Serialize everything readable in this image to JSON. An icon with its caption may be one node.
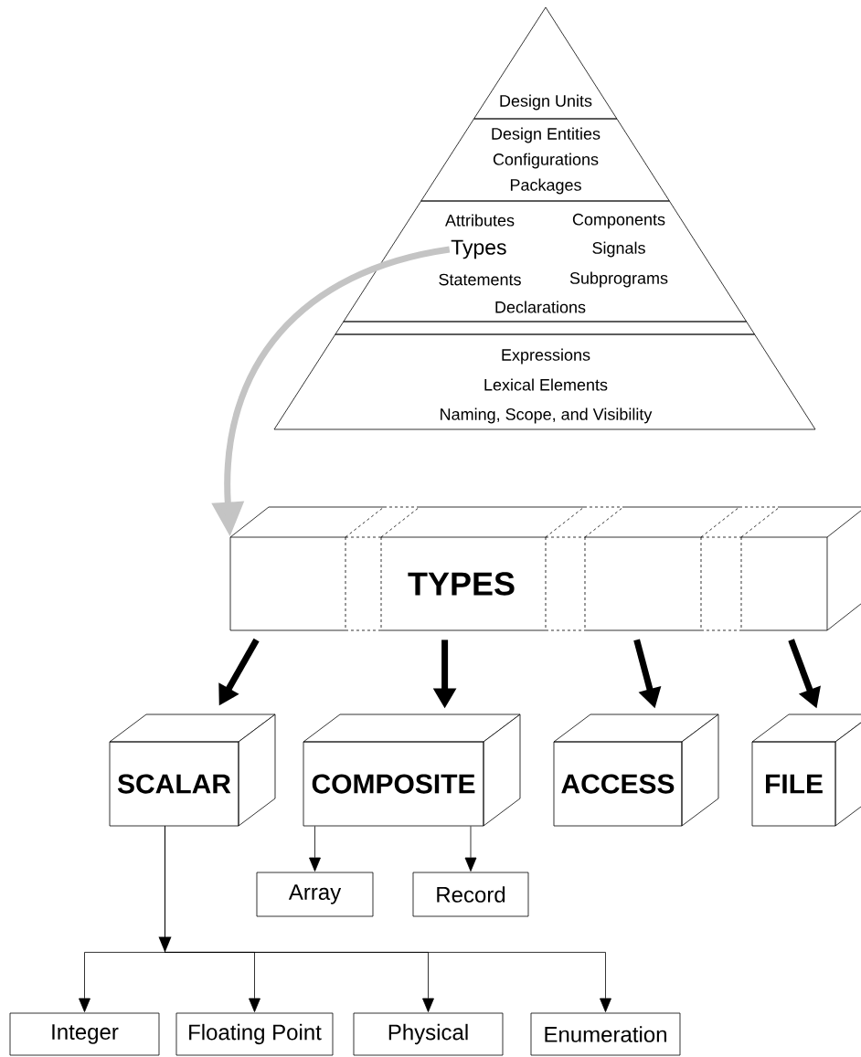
{
  "diagram": {
    "nodes": [
      {
        "text": [
          "Design Units"
        ]
      },
      {
        "text": [
          "Design Entities",
          "Configurations",
          "Packages"
        ]
      },
      {
        "text": [
          "Attributes",
          "Components",
          "Signals",
          "Statements",
          "Subprograms",
          "Declarations"
        ]
      },
      {
        "text": [
          "Types"
        ],
        "in": 2
      },
      {
        "text": [
          "Expressions",
          "Lexical Elements",
          "Naming, Scope, and Visibility"
        ]
      },
      {
        "text": [
          "TYPES"
        ]
      },
      {
        "text": [
          "SCALAR"
        ]
      },
      {
        "text": [
          "COMPOSITE"
        ]
      },
      {
        "text": [
          "ACCESS"
        ]
      },
      {
        "text": [
          "FILE"
        ]
      },
      {
        "text": [
          "Array"
        ]
      },
      {
        "text": [
          "Record"
        ]
      },
      {
        "text": [
          "Integer"
        ]
      },
      {
        "text": [
          "Floating Point"
        ]
      },
      {
        "text": [
          "Physical"
        ]
      },
      {
        "text": [
          "Enumeration"
        ]
      }
    ],
    "edges": [
      {
        "from": 3,
        "to": 5,
        "arrow": "to",
        "style": "thick",
        "color": "#c4c4c4"
      },
      {
        "from": 5,
        "to": 6,
        "arrow": "to",
        "style": "thick"
      },
      {
        "from": 5,
        "to": 7,
        "arrow": "to",
        "style": "thick"
      },
      {
        "from": 5,
        "to": 8,
        "arrow": "to",
        "style": "thick"
      },
      {
        "from": 5,
        "to": 9,
        "arrow": "to",
        "style": "thick"
      },
      {
        "from": 7,
        "to": 10,
        "arrow": "to"
      },
      {
        "from": 7,
        "to": 11,
        "arrow": "to"
      },
      {
        "from": 6,
        "to": 12,
        "arrow": "to"
      },
      {
        "from": 6,
        "to": 13,
        "arrow": "to"
      },
      {
        "from": 6,
        "to": 14,
        "arrow": "to"
      },
      {
        "from": 6,
        "to": 15,
        "arrow": "to"
      }
    ]
  }
}
